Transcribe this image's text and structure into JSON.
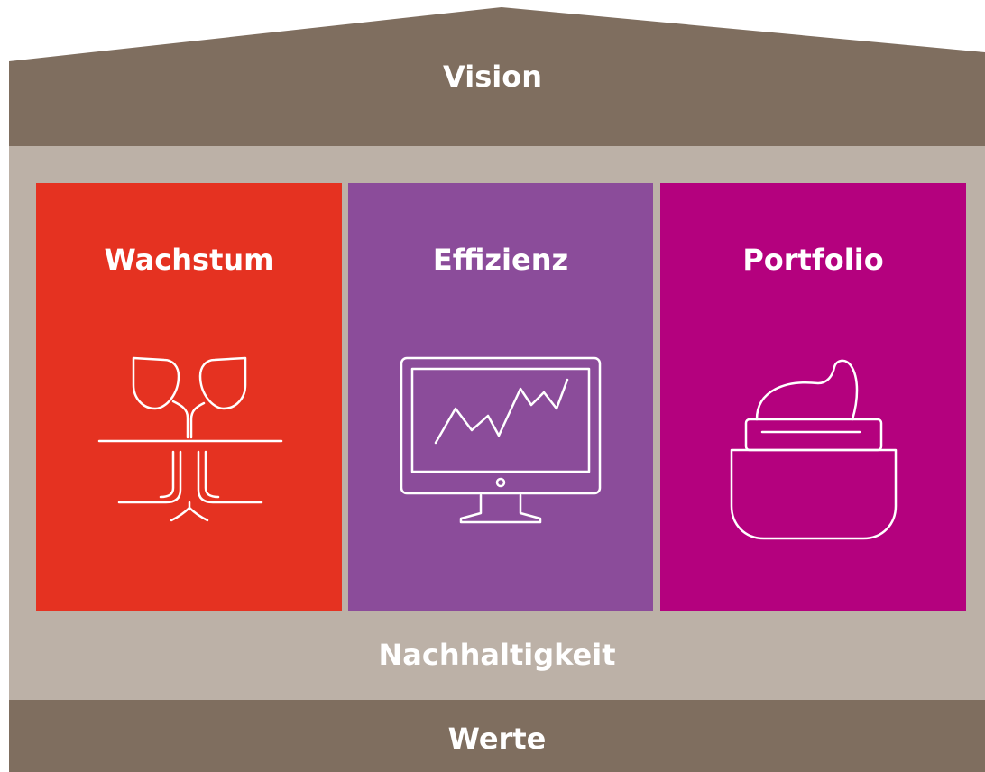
{
  "roof": {
    "label": "Vision",
    "color": "#7f6e5f"
  },
  "pillars": [
    {
      "title": "Wachstum",
      "icon": "plant-sprout-icon",
      "color": "#e53221"
    },
    {
      "title": "Effizienz",
      "icon": "monitor-chart-icon",
      "color": "#8b4c9a"
    },
    {
      "title": "Portfolio",
      "icon": "cream-jar-icon",
      "color": "#b4017e"
    }
  ],
  "foundation": {
    "label": "Nachhaltigkeit",
    "color": "#bcb1a7"
  },
  "base": {
    "label": "Werte",
    "color": "#7f6e5f"
  }
}
